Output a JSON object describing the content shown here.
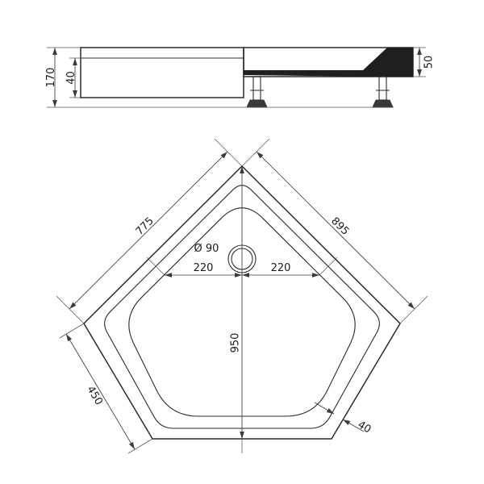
{
  "page": {
    "background": "#ffffff",
    "line_color": "#2b2b2b"
  },
  "side_view": {
    "dims": {
      "total_height": "170",
      "panel_height": "40",
      "edge_height": "50"
    }
  },
  "plan_view": {
    "dims": {
      "upper_left_edge": "775",
      "upper_right_edge": "895",
      "drain_diameter": "Ø 90",
      "drain_offset_left": "220",
      "drain_offset_right": "220",
      "vertical_span": "950",
      "lower_left_edge": "450",
      "rim_width": "40"
    }
  }
}
